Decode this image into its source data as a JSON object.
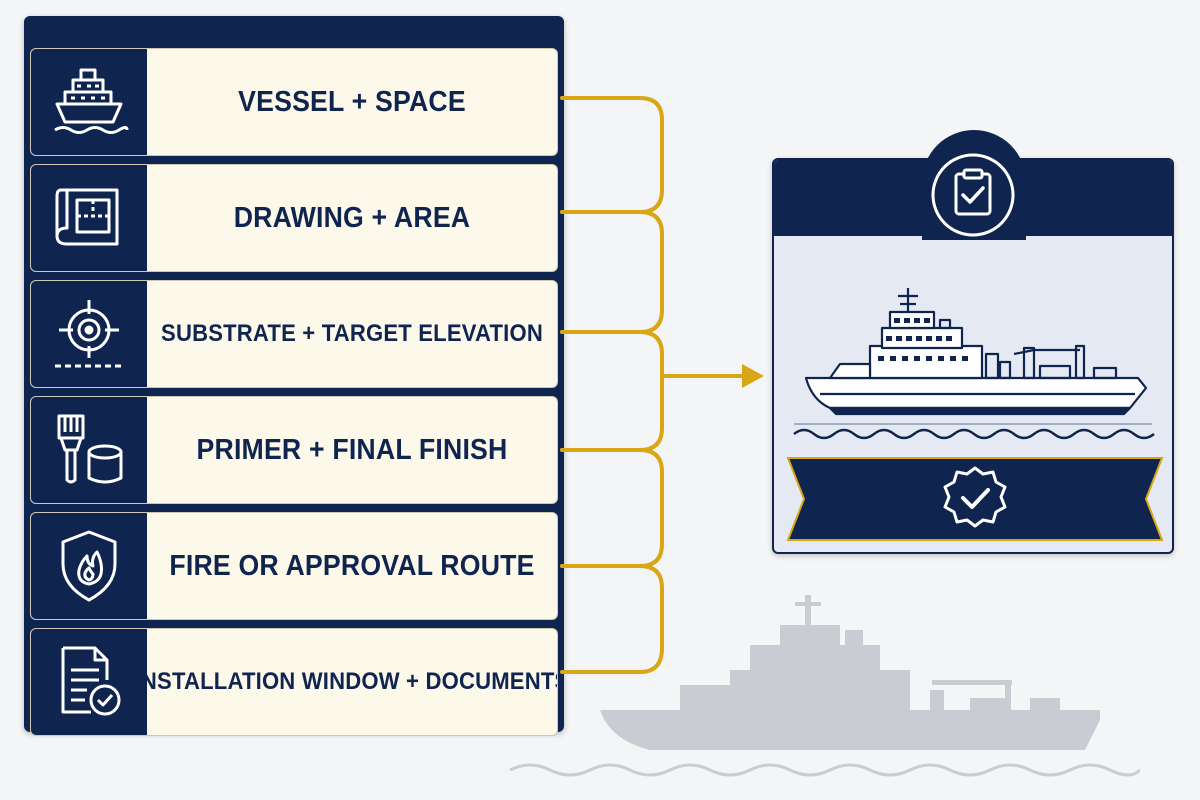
{
  "requirements": [
    {
      "label": "VESSEL + SPACE",
      "icon": "ship-icon"
    },
    {
      "label": "DRAWING + AREA",
      "icon": "blueprint-icon"
    },
    {
      "label": "SUBSTRATE + TARGET ELEVATION",
      "icon": "target-icon"
    },
    {
      "label": "PRIMER + FINAL FINISH",
      "icon": "paint-brush-can-icon"
    },
    {
      "label": "FIRE OR APPROVAL ROUTE",
      "icon": "fire-shield-icon"
    },
    {
      "label": "INSTALLATION WINDOW + DOCUMENTS",
      "icon": "document-check-icon"
    }
  ],
  "result_card": {
    "header_icon": "clipboard-check-icon",
    "image_icon": "research-vessel-icon",
    "badge_icon": "approval-seal-icon"
  },
  "background_icon": "vessel-silhouette-icon",
  "colors": {
    "navy": "#0f2550",
    "gold": "#d9a615",
    "cream": "#fcf8ea",
    "card_bg": "#e4e9f3",
    "ghost": "#c8ccd4"
  }
}
